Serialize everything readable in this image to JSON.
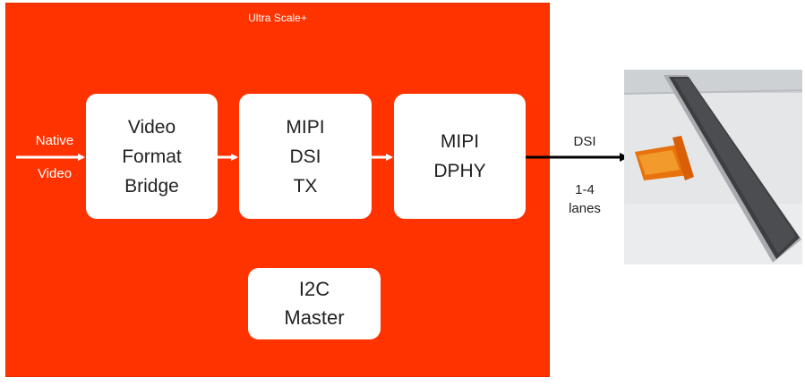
{
  "fpga": {
    "label": "Ultra Scale+",
    "color": "#ff3300"
  },
  "input": {
    "line1": "Native",
    "line2": "Video"
  },
  "blocks": {
    "video_format_bridge": [
      "Video",
      "Format",
      "Bridge"
    ],
    "mipi_dsi_tx": [
      "MIPI",
      "DSI",
      "TX"
    ],
    "mipi_dphy": [
      "MIPI",
      "DPHY"
    ],
    "i2c_master": [
      "I2C",
      "Master"
    ]
  },
  "output": {
    "label": "DSI",
    "lanes_line1": "1-4",
    "lanes_line2": "lanes"
  },
  "display": {
    "icon": "lcd-panel-with-flex-cable"
  }
}
